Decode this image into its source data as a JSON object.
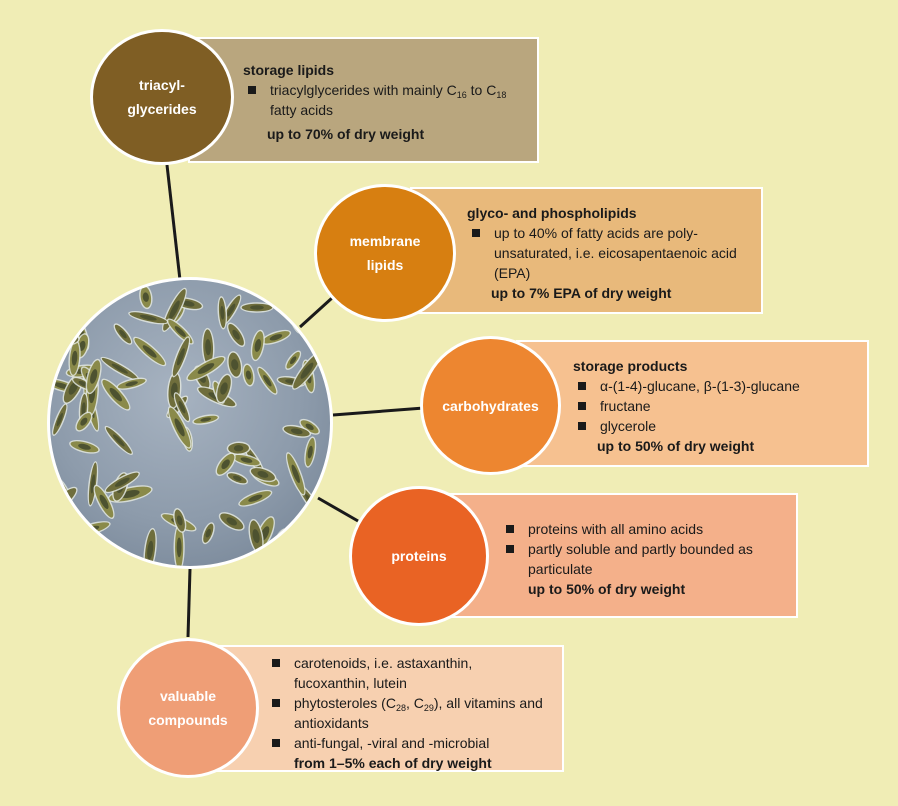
{
  "center": {
    "icon": "microalgae-micrograph"
  },
  "colors": {
    "background": "#f0edb5",
    "triacylglycerides": "#7f5e24",
    "membrane_lipids": "#d77f11",
    "carbohydrates": "#ed8630",
    "proteins": "#e96324",
    "valuable_compounds": "#ef9e76"
  },
  "nodes": {
    "triacylglycerides": {
      "circle_line1": "triacyl-",
      "circle_line2": "glycerides",
      "heading": "storage lipids",
      "b1_pre": "triacylglycerides with mainly C",
      "b1_sub1": "16",
      "b1_mid": " to C",
      "b1_sub2": "18",
      "b1_line2": "fatty acids",
      "summary": "up to 70% of dry weight"
    },
    "membrane_lipids": {
      "circle_line1": "membrane",
      "circle_line2": "lipids",
      "heading": "glyco- and phospholipids",
      "b1_line1": "up to 40% of fatty acids are poly-",
      "b1_line2": "unsaturated, i.e. eicosapentaenoic acid",
      "b1_line3": "(EPA)",
      "summary": "up to 7% EPA of dry weight"
    },
    "carbohydrates": {
      "circle_label": "carbohydrates",
      "heading": "storage products",
      "b1": "α-(1-4)-glucane, β-(1-3)-glucane",
      "b2": "fructane",
      "b3": "glycerole",
      "summary": "up to 50% of dry weight"
    },
    "proteins": {
      "circle_label": "proteins",
      "b1": "proteins with all amino acids",
      "b2_line1": "partly soluble and partly bounded as",
      "b2_line2": "particulate",
      "summary": "up to 50% of dry weight"
    },
    "valuable_compounds": {
      "circle_line1": "valuable",
      "circle_line2": "compounds",
      "b1_line1": "carotenoids, i.e. astaxanthin,",
      "b1_line2": "fucoxanthin, lutein",
      "b2_pre": "phytosteroles (C",
      "b2_sub1": "28",
      "b2_mid": ", C",
      "b2_sub2": "29",
      "b2_post": "), all vitamins and",
      "b2_line2": "antioxidants",
      "b3": "anti-fungal, -viral and -microbial",
      "summary": "from 1–5% each of dry weight"
    }
  }
}
